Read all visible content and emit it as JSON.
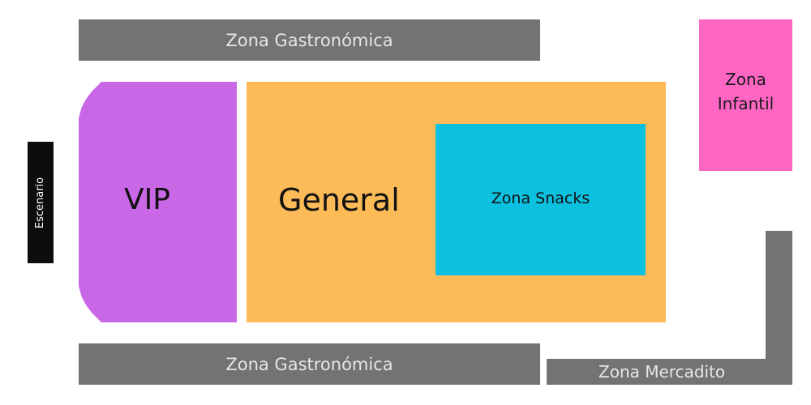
{
  "map": {
    "zones": {
      "gastro_top": {
        "label": "Zona Gastronómica",
        "color": "#737373"
      },
      "gastro_bottom": {
        "label": "Zona Gastronómica",
        "color": "#737373"
      },
      "infantil": {
        "line1": "Zona",
        "line2": "Infantil",
        "color": "#ff66c4"
      },
      "escenario": {
        "label": "Escenario",
        "color": "#0d0d0d"
      },
      "vip": {
        "label": "VIP",
        "color": "#c968e6"
      },
      "general": {
        "label": "General",
        "color": "#fdbb58"
      },
      "snacks": {
        "label": "Zona Snacks",
        "color": "#0cc0df"
      },
      "mercadito": {
        "label": "Zona Mercadito",
        "color": "#737373"
      }
    }
  }
}
